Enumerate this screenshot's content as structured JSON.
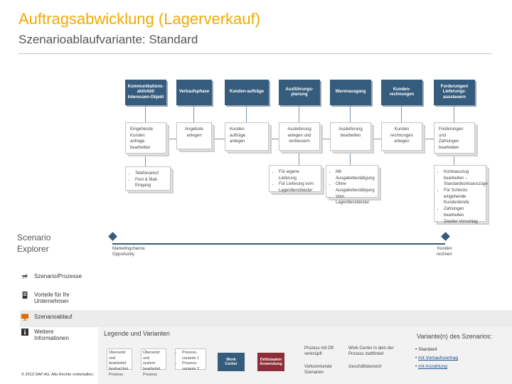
{
  "header": {
    "title": "Auftragsabwicklung (Lagerverkauf)",
    "subtitle": "Szenarioablaufvariante: Standard"
  },
  "flow": {
    "steps": [
      {
        "header": "Kommunikations-\naktivität/\nInteressen-Objekt",
        "box": "Eingehende\nKunden\nanfrage\nbearbeiten"
      },
      {
        "header": "Verkaufsphase",
        "box": "Angebote\nanlegen"
      },
      {
        "header": "Kunden-aufträge",
        "box": "Kunden\naufträge\nanlegen"
      },
      {
        "header": "Ausführungs-\nplanung",
        "box": "Auslieferung\nanlegen und\nverbessern"
      },
      {
        "header": "Warenausgang",
        "box": "Auslieferung\nbearbeiten"
      },
      {
        "header": "Kunden-\nrechnungen",
        "box": "Kunden\nrechnungen\nanlegen"
      },
      {
        "header": "Forderungen/\nLieferungs-\naussteuern",
        "box": "Forderungen\nund\nZahlungen\nbearbeiten"
      }
    ],
    "sub_lists": {
      "communication": [
        "Telefonanruf",
        "Post & Mail-Eingang"
      ],
      "planning": [
        "Für eigene Lieferung",
        "Für Lieferung vom Lagerdienstleister"
      ],
      "goods_issue": [
        "Mit Ausgabebestätigung",
        "Ohne Ausgabebestätigung",
        "Vom Lagerdienstleister"
      ],
      "receivables": [
        "Kontoauszug bearbeiten – Standardkontoauszüge",
        "Für Schecks eingehende Kundenbriefe",
        "Zahlungen bearbeiten",
        "Zweiter Vorschlag"
      ]
    },
    "lane_start": "Marketingchance\nOpportunity",
    "lane_end": "Kunden\nrechnen"
  },
  "sidebar": {
    "explorer": "Scenario\nExplorer",
    "items": [
      {
        "label": "Szenario/Prozesse",
        "icon": "arrows-icon"
      },
      {
        "label": "Vorteile für Ihr\nUnternehmen",
        "icon": "document-icon"
      },
      {
        "label": "Szenarioablauf",
        "icon": "monitor-icon"
      },
      {
        "label": "Weitere\nInformationen",
        "icon": "info-icon"
      }
    ]
  },
  "legend": {
    "title": "Legende und Varianten",
    "box1": "Übersetzt und\nbearbeitet\nbeobachtet\nProzess",
    "box2": "Übersetzt und\nsystem\nbearbeitet\nProzess",
    "list": [
      "Prozess-\nvariante 1",
      "Prozess-\nvariante 2"
    ],
    "dark": "Work\nCenter",
    "red": "Drittstaaten\nAnwendung",
    "items": [
      "Prozess mit Oft verknüpft",
      "Work Center in dem der Prozess stattfindet",
      "Vorkommende Szenarien",
      "Geschäftsbereich"
    ]
  },
  "variants": {
    "title": "Variante(n) des Szenarios:",
    "items": [
      {
        "label": "Standard",
        "link": false
      },
      {
        "label": "mit Vorkaufsvertrag",
        "link": true
      },
      {
        "label": "mit Anzahlung",
        "link": true
      }
    ]
  },
  "footer": {
    "copyright": "© 2013 SAP AG. Alle Rechte vorbehalten."
  },
  "colors": {
    "title": "#f0ab00",
    "header_fill": "#355c7d",
    "link": "#1a4f8b",
    "red": "#8c2e39"
  }
}
